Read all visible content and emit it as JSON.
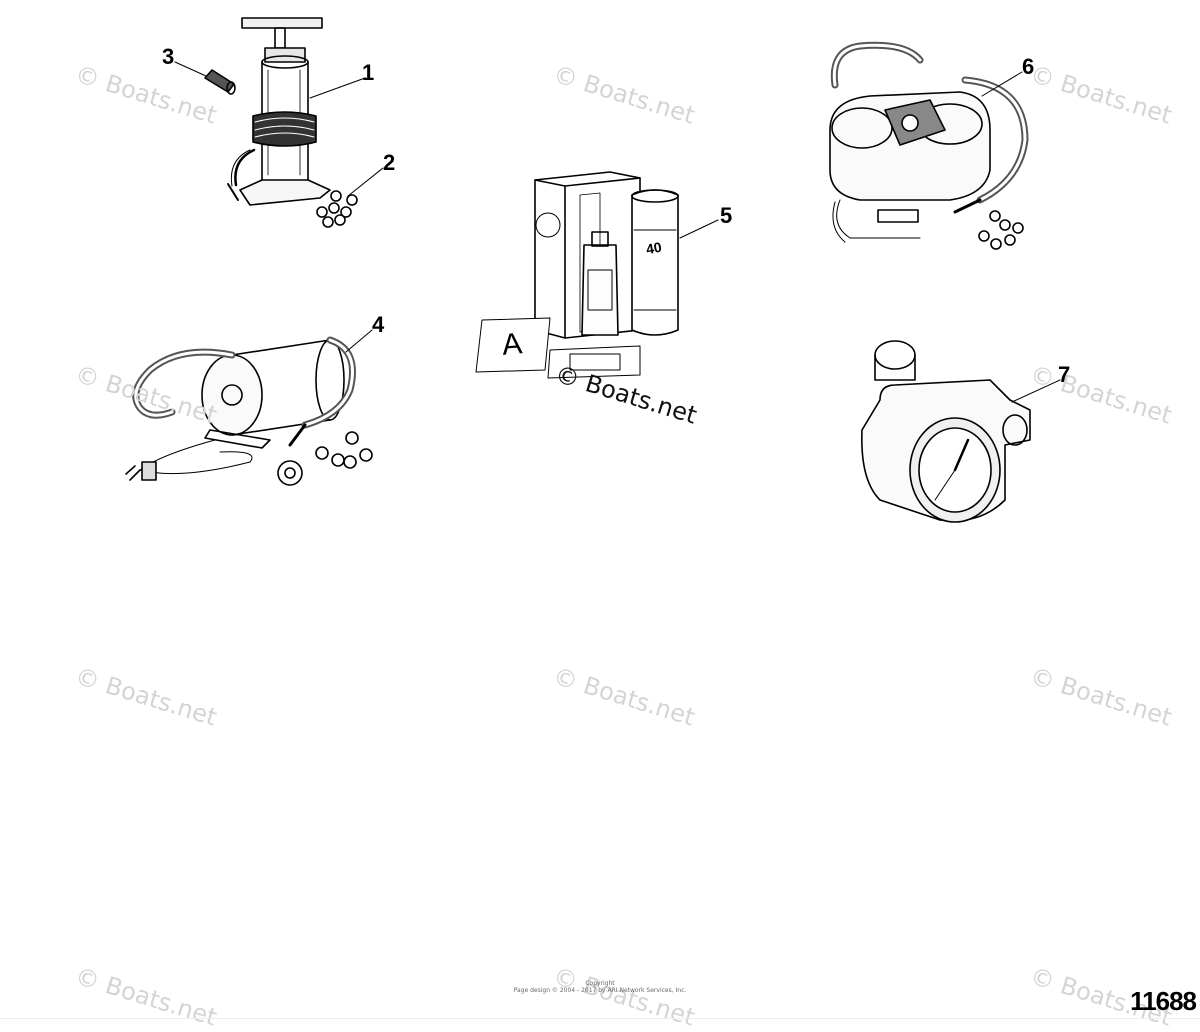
{
  "callouts": [
    "1",
    "2",
    "3",
    "4",
    "5",
    "6",
    "7"
  ],
  "watermark_text": "© Boats.net",
  "watermark_bold_text": "© Boats.net",
  "copyright_line1": "Copyright",
  "copyright_line2": "Page design © 2004 - 2017 by ARI Network Services, Inc.",
  "figure_number": "11688",
  "can_label": "40",
  "stencil_letter": "A"
}
